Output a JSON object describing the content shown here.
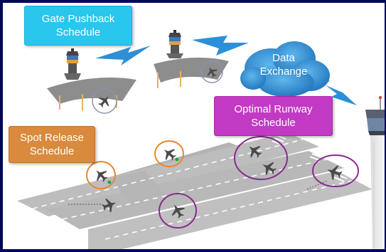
{
  "labels": {
    "gate_pushback": "Gate Pushback\nSchedule",
    "optimal_runway": "Optimal Runway\nSchedule",
    "spot_release": "Spot Release\nSchedule",
    "data_exchange": "Data\nExchange"
  },
  "colors": {
    "frame": "#00085a",
    "gate_box": "#29c6ee",
    "runway_box": "#c23ac4",
    "spot_box": "#d98a3c",
    "cloud": "#2f8fd2",
    "lightning": "#2d8fd8",
    "tarmac": "#b5b5b5",
    "orange_ring": "#e8862b",
    "purple_ring": "#8a2b91",
    "gray_ring": "#8c93ad"
  },
  "icons": [
    "control-tower-icon",
    "airplane-icon",
    "lightning-bolt-icon",
    "cloud-icon"
  ]
}
